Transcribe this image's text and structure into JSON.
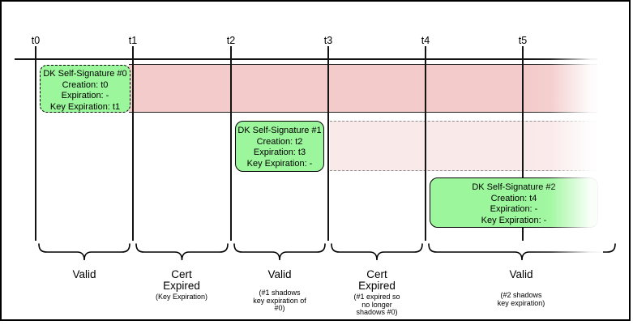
{
  "colors": {
    "band_dark_pink": "#F4CBCB",
    "band_light_pink": "#FAE9E9",
    "signature_green": "#9CF79C",
    "line_black": "#141414"
  },
  "timeline": {
    "tick_labels": [
      "t0",
      "t1",
      "t2",
      "t3",
      "t4",
      "t5"
    ]
  },
  "signatures": [
    {
      "title": "DK Self-Signature #0",
      "creation": "Creation: t0",
      "expiration": "Expiration: -",
      "key_expiration": "Key Expiration: t1"
    },
    {
      "title": "DK Self-Signature #1",
      "creation": "Creation: t2",
      "expiration": "Expiration: t3",
      "key_expiration": "Key Expiration: -"
    },
    {
      "title": "DK Self-Signature #2",
      "creation": "Creation: t4",
      "expiration": "Expiration: -",
      "key_expiration": "Key Expiration: -"
    }
  ],
  "periods": [
    {
      "label1": "Valid"
    },
    {
      "label1": "Cert",
      "label2": "Expired",
      "note1": "(Key Expiration)"
    },
    {
      "label1": "Valid",
      "note1": "(#1 shadows",
      "note2": "key expiration of",
      "note3": "#0)"
    },
    {
      "label1": "Cert",
      "label2": "Expired",
      "note1": "(#1 expired so",
      "note2": "no longer",
      "note3": "shadows #0)"
    },
    {
      "label1": "Valid",
      "note1": "(#2 shadows",
      "note2": "key expiration)"
    }
  ]
}
